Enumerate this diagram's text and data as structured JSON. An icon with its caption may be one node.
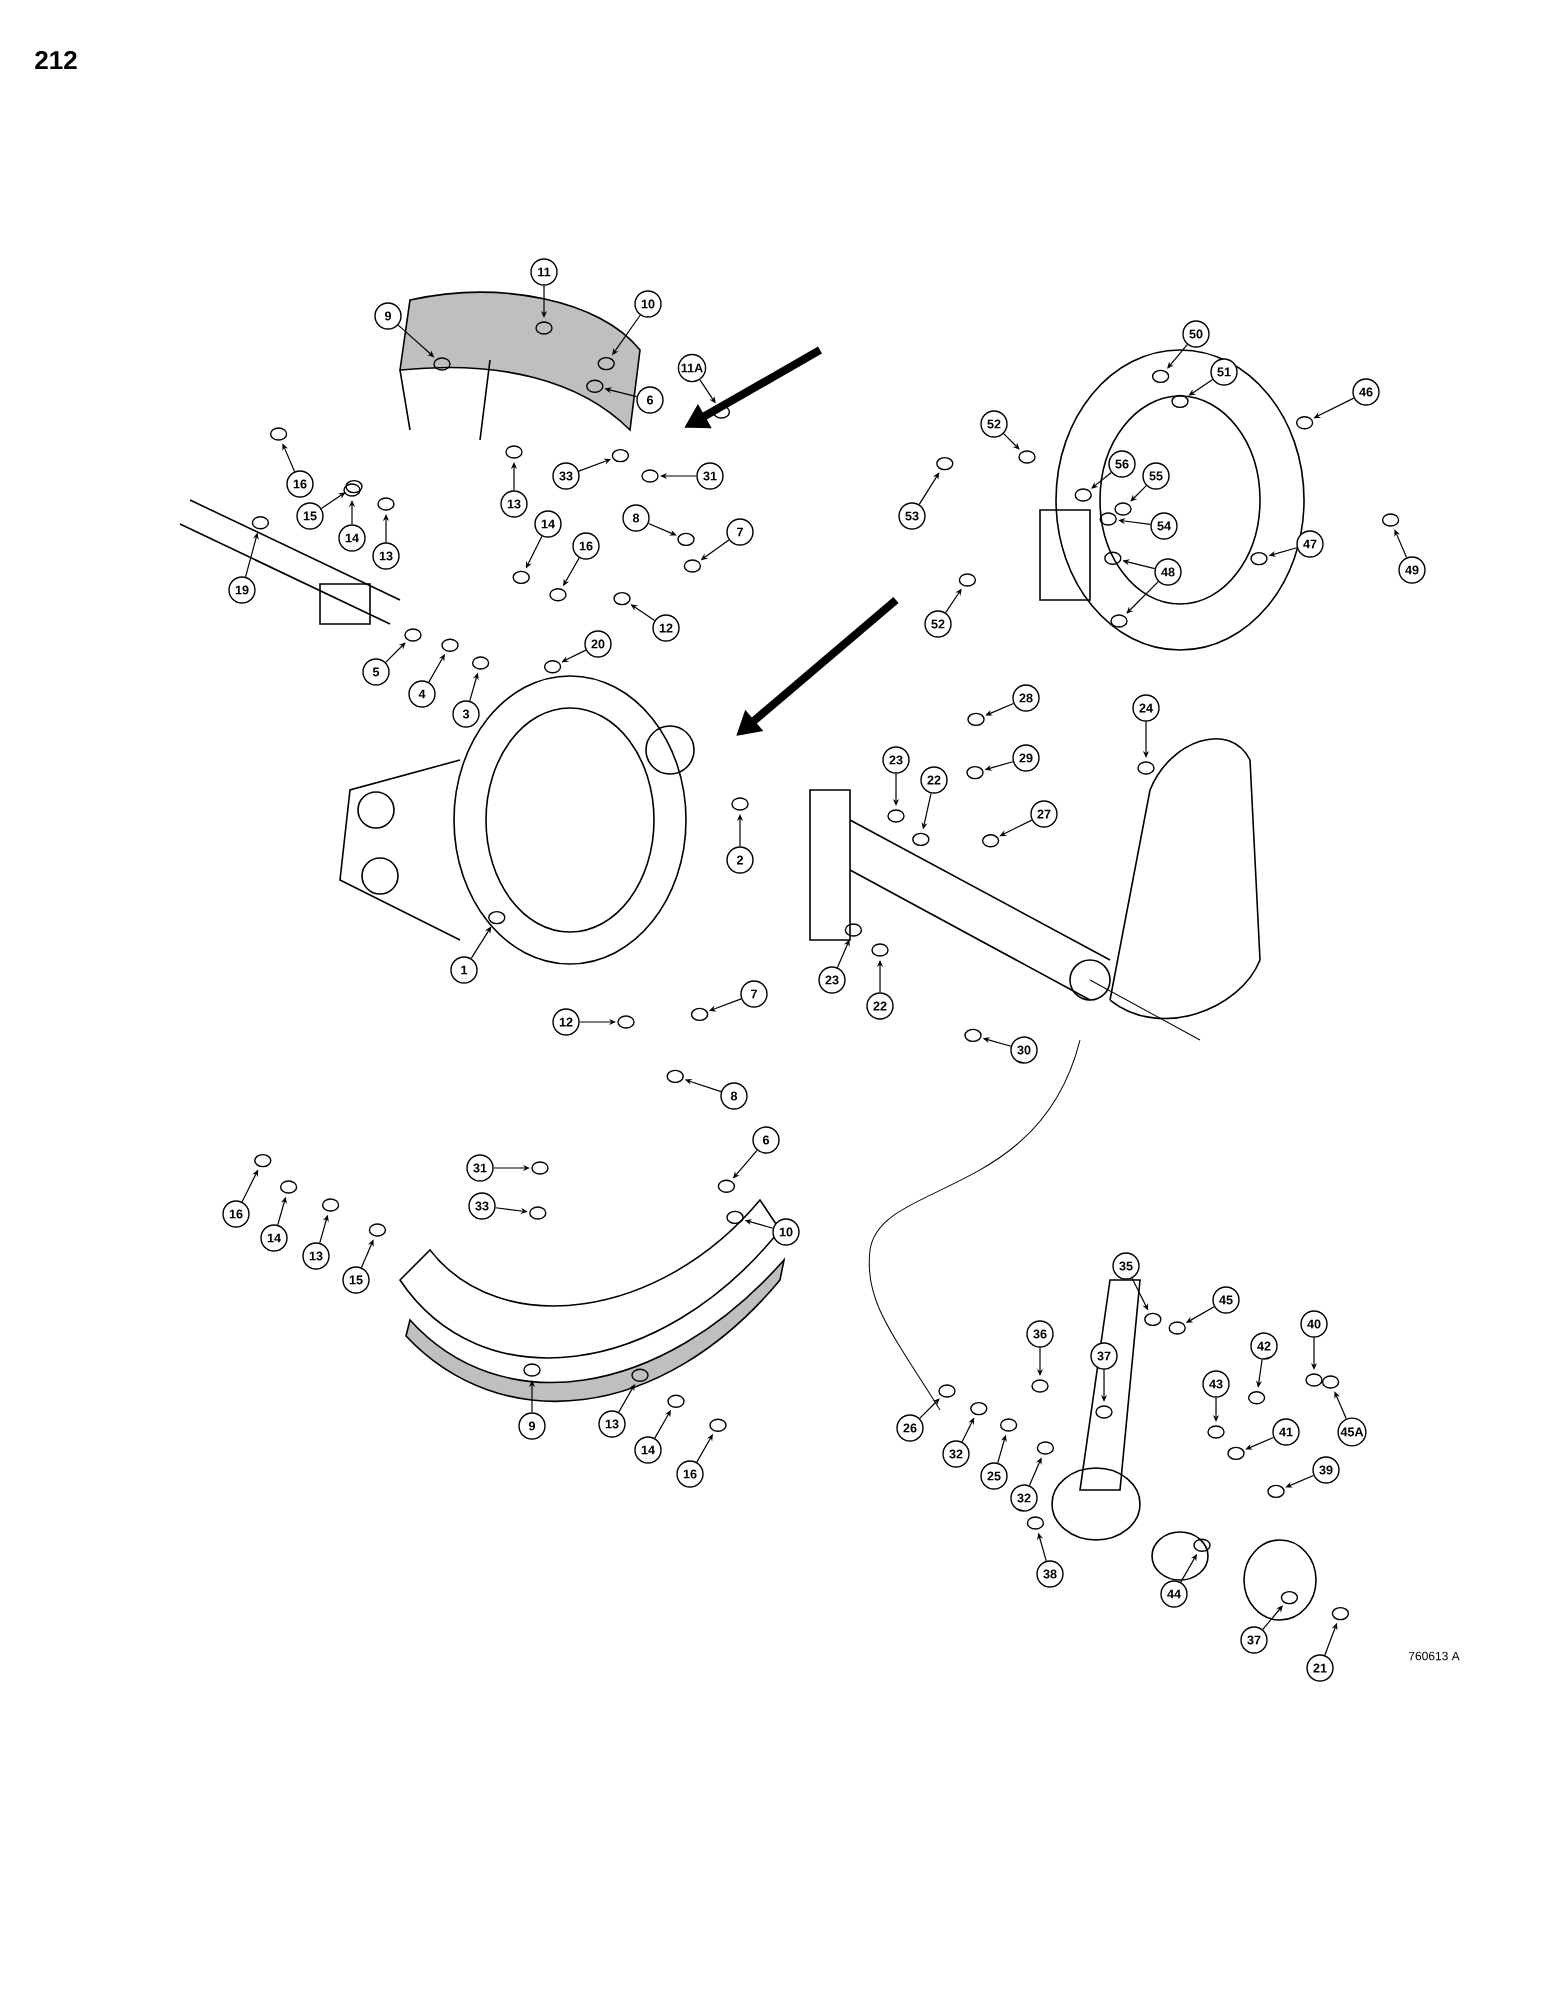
{
  "diagram": {
    "nodes": [
      {
        "text": [
          "11"
        ]
      },
      {
        "text": [
          "10"
        ]
      },
      {
        "text": [
          "9"
        ]
      },
      {
        "text": [
          "11A"
        ]
      },
      {
        "text": [
          "50"
        ]
      },
      {
        "text": [
          "51"
        ]
      },
      {
        "text": [
          "46"
        ]
      },
      {
        "text": [
          "6"
        ]
      },
      {
        "text": [
          "52"
        ]
      },
      {
        "text": [
          "56"
        ]
      },
      {
        "text": [
          "55"
        ]
      },
      {
        "text": [
          "33"
        ]
      },
      {
        "text": [
          "31"
        ]
      },
      {
        "text": [
          "8"
        ]
      },
      {
        "text": [
          "16"
        ]
      },
      {
        "text": [
          "13"
        ]
      },
      {
        "text": [
          "15"
        ]
      },
      {
        "text": [
          "53"
        ]
      },
      {
        "text": [
          "14"
        ]
      },
      {
        "text": [
          "54"
        ]
      },
      {
        "text": [
          "7"
        ]
      },
      {
        "text": [
          "14"
        ]
      },
      {
        "text": [
          "16"
        ]
      },
      {
        "text": [
          "47"
        ]
      },
      {
        "text": [
          "13"
        ]
      },
      {
        "text": [
          "48"
        ]
      },
      {
        "text": [
          "49"
        ]
      },
      {
        "text": [
          "19"
        ]
      },
      {
        "text": [
          "52"
        ]
      },
      {
        "text": [
          "12"
        ]
      },
      {
        "text": [
          "20"
        ]
      },
      {
        "text": [
          "5"
        ]
      },
      {
        "text": [
          "4"
        ]
      },
      {
        "text": [
          "28"
        ]
      },
      {
        "text": [
          "24"
        ]
      },
      {
        "text": [
          "3"
        ]
      },
      {
        "text": [
          "29"
        ]
      },
      {
        "text": [
          "23"
        ]
      },
      {
        "text": [
          "22"
        ]
      },
      {
        "text": [
          "27"
        ]
      },
      {
        "text": [
          "2"
        ]
      },
      {
        "text": [
          "1"
        ]
      },
      {
        "text": [
          "23"
        ]
      },
      {
        "text": [
          "7"
        ]
      },
      {
        "text": [
          "22"
        ]
      },
      {
        "text": [
          "12"
        ]
      },
      {
        "text": [
          "30"
        ]
      },
      {
        "text": [
          "8"
        ]
      },
      {
        "text": [
          "6"
        ]
      },
      {
        "text": [
          "31"
        ]
      },
      {
        "text": [
          "16"
        ]
      },
      {
        "text": [
          "33"
        ]
      },
      {
        "text": [
          "10"
        ]
      },
      {
        "text": [
          "14"
        ]
      },
      {
        "text": [
          "13"
        ]
      },
      {
        "text": [
          "35"
        ]
      },
      {
        "text": [
          "15"
        ]
      },
      {
        "text": [
          "45"
        ]
      },
      {
        "text": [
          "40"
        ]
      },
      {
        "text": [
          "36"
        ]
      },
      {
        "text": [
          "42"
        ]
      },
      {
        "text": [
          "37"
        ]
      },
      {
        "text": [
          "43"
        ]
      },
      {
        "text": [
          "26"
        ]
      },
      {
        "text": [
          "9"
        ]
      },
      {
        "text": [
          "13"
        ]
      },
      {
        "text": [
          "41"
        ]
      },
      {
        "text": [
          "45A"
        ]
      },
      {
        "text": [
          "32"
        ]
      },
      {
        "text": [
          "14"
        ]
      },
      {
        "text": [
          "39"
        ]
      },
      {
        "text": [
          "25"
        ]
      },
      {
        "text": [
          "16"
        ]
      },
      {
        "text": [
          "32"
        ]
      },
      {
        "text": [
          "38"
        ]
      },
      {
        "text": [
          "44"
        ]
      },
      {
        "text": [
          "37"
        ]
      },
      {
        "text": [
          "21"
        ]
      }
    ],
    "edges": [
      {
        "from": 0,
        "to": null,
        "arrow": "to"
      },
      {
        "from": 1,
        "to": null,
        "arrow": "to"
      },
      {
        "from": 2,
        "to": null,
        "arrow": "to"
      },
      {
        "from": 3,
        "to": null,
        "arrow": "to"
      },
      {
        "from": 4,
        "to": null,
        "arrow": "to"
      },
      {
        "from": 5,
        "to": null,
        "arrow": "to"
      },
      {
        "from": 6,
        "to": null,
        "arrow": "to"
      },
      {
        "from": 7,
        "to": null,
        "arrow": "to"
      },
      {
        "from": 8,
        "to": null,
        "arrow": "to"
      },
      {
        "from": 9,
        "to": null,
        "arrow": "to"
      },
      {
        "from": 10,
        "to": null,
        "arrow": "to"
      },
      {
        "from": 11,
        "to": null,
        "arrow": "to"
      },
      {
        "from": 12,
        "to": null,
        "arrow": "to"
      },
      {
        "from": 13,
        "to": null,
        "arrow": "to"
      },
      {
        "from": 14,
        "to": null,
        "arrow": "to"
      },
      {
        "from": 15,
        "to": null,
        "arrow": "to"
      },
      {
        "from": 16,
        "to": null,
        "arrow": "to"
      },
      {
        "from": 17,
        "to": null,
        "arrow": "to"
      },
      {
        "from": 18,
        "to": null,
        "arrow": "to"
      },
      {
        "from": 19,
        "to": null,
        "arrow": "to"
      },
      {
        "from": 20,
        "to": null,
        "arrow": "to"
      },
      {
        "from": 21,
        "to": null,
        "arrow": "to"
      },
      {
        "from": 22,
        "to": null,
        "arrow": "to"
      },
      {
        "from": 23,
        "to": null,
        "arrow": "to"
      },
      {
        "from": 24,
        "to": null,
        "arrow": "to"
      },
      {
        "from": 25,
        "to": null,
        "arrow": "to"
      },
      {
        "from": 26,
        "to": null,
        "arrow": "to"
      },
      {
        "from": 27,
        "to": null,
        "arrow": "to"
      },
      {
        "from": 28,
        "to": null,
        "arrow": "to"
      },
      {
        "from": 29,
        "to": null,
        "arrow": "to"
      },
      {
        "from": 30,
        "to": null,
        "arrow": "to"
      },
      {
        "from": 31,
        "to": null,
        "arrow": "to"
      },
      {
        "from": 32,
        "to": null,
        "arrow": "to"
      },
      {
        "from": 33,
        "to": null,
        "arrow": "to"
      },
      {
        "from": 34,
        "to": null,
        "arrow": "to"
      },
      {
        "from": 35,
        "to": null,
        "arrow": "to"
      },
      {
        "from": 36,
        "to": null,
        "arrow": "to"
      },
      {
        "from": 37,
        "to": null,
        "arrow": "to"
      },
      {
        "from": 38,
        "to": null,
        "arrow": "to"
      },
      {
        "from": 39,
        "to": null,
        "arrow": "to"
      },
      {
        "from": 40,
        "to": null,
        "arrow": "to"
      },
      {
        "from": 41,
        "to": null,
        "arrow": "to"
      },
      {
        "from": 42,
        "to": null,
        "arrow": "to"
      },
      {
        "from": 43,
        "to": null,
        "arrow": "to"
      },
      {
        "from": 44,
        "to": null,
        "arrow": "to"
      },
      {
        "from": 45,
        "to": null,
        "arrow": "to"
      },
      {
        "from": 46,
        "to": null,
        "arrow": "to"
      },
      {
        "from": 47,
        "to": null,
        "arrow": "to"
      },
      {
        "from": 48,
        "to": null,
        "arrow": "to"
      },
      {
        "from": 49,
        "to": null,
        "arrow": "to"
      },
      {
        "from": 50,
        "to": null,
        "arrow": "to"
      },
      {
        "from": 51,
        "to": null,
        "arrow": "to"
      },
      {
        "from": 52,
        "to": null,
        "arrow": "to"
      },
      {
        "from": 53,
        "to": null,
        "arrow": "to"
      },
      {
        "from": 54,
        "to": null,
        "arrow": "to"
      },
      {
        "from": 55,
        "to": null,
        "arrow": "to"
      },
      {
        "from": 56,
        "to": null,
        "arrow": "to"
      },
      {
        "from": 57,
        "to": null,
        "arrow": "to"
      },
      {
        "from": 58,
        "to": null,
        "arrow": "to"
      },
      {
        "from": 59,
        "to": null,
        "arrow": "to"
      },
      {
        "from": 60,
        "to": null,
        "arrow": "to"
      },
      {
        "from": 61,
        "to": null,
        "arrow": "to"
      },
      {
        "from": 62,
        "to": null,
        "arrow": "to"
      },
      {
        "from": 63,
        "to": null,
        "arrow": "to"
      },
      {
        "from": 64,
        "to": null,
        "arrow": "to"
      },
      {
        "from": 65,
        "to": null,
        "arrow": "to"
      },
      {
        "from": 66,
        "to": null,
        "arrow": "to"
      },
      {
        "from": 67,
        "to": null,
        "arrow": "to"
      },
      {
        "from": 68,
        "to": null,
        "arrow": "to"
      },
      {
        "from": 69,
        "to": null,
        "arrow": "to"
      },
      {
        "from": 70,
        "to": null,
        "arrow": "to"
      },
      {
        "from": 71,
        "to": null,
        "arrow": "to"
      },
      {
        "from": 72,
        "to": null,
        "arrow": "to"
      },
      {
        "from": 73,
        "to": null,
        "arrow": "to"
      },
      {
        "from": 74,
        "to": null,
        "arrow": "to"
      },
      {
        "from": 75,
        "to": null,
        "arrow": "to"
      },
      {
        "from": 76,
        "to": null,
        "arrow": "to"
      },
      {
        "from": 77,
        "to": null,
        "arrow": "to"
      },
      {
        "from": 25,
        "to": null,
        "arrow": "to"
      }
    ],
    "labels": [
      "212",
      "760613 A"
    ]
  }
}
